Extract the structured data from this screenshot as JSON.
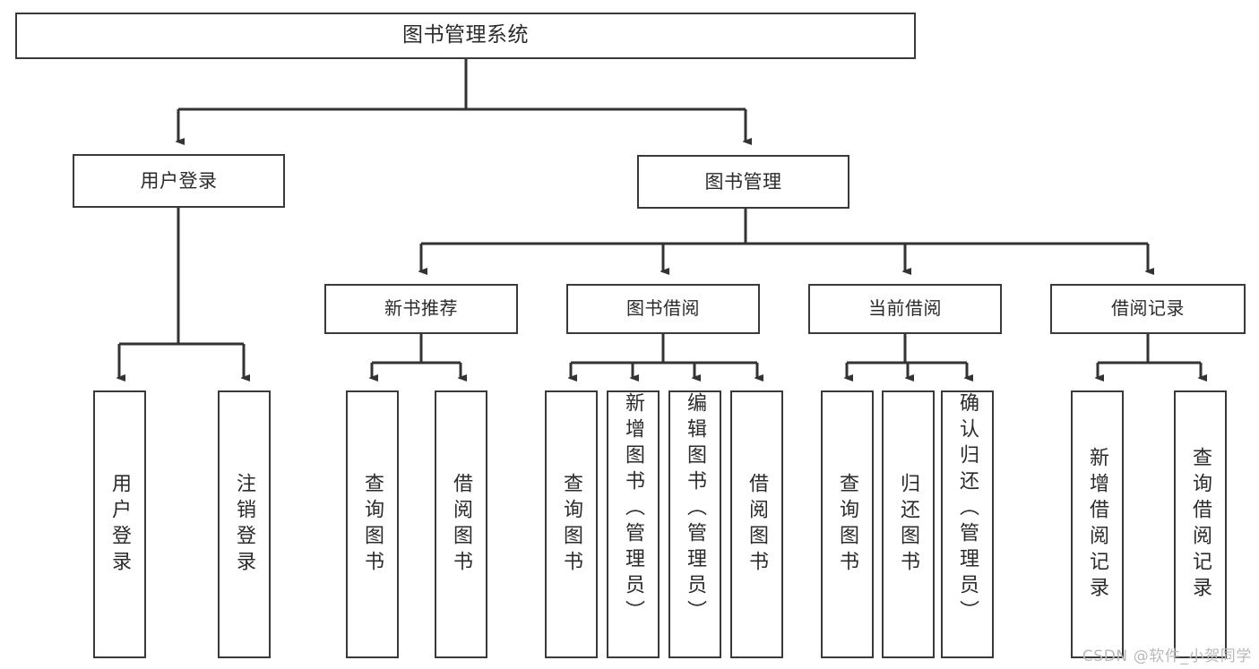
{
  "diagram": {
    "title": "图书管理系统",
    "type": "tree-hierarchy",
    "root": {
      "label": "图书管理系统"
    },
    "level1": [
      {
        "label": "用户登录"
      },
      {
        "label": "图书管理"
      }
    ],
    "level2": [
      {
        "label": "新书推荐"
      },
      {
        "label": "图书借阅"
      },
      {
        "label": "当前借阅"
      },
      {
        "label": "借阅记录"
      }
    ],
    "leaves": {
      "user_login": [
        {
          "label": "用户登录"
        },
        {
          "label": "注销登录"
        }
      ],
      "new_book_recommend": [
        {
          "label": "查询图书"
        },
        {
          "label": "借阅图书"
        }
      ],
      "book_borrow": [
        {
          "label": "查询图书"
        },
        {
          "label": "新增图书（管理员）"
        },
        {
          "label": "编辑图书（管理员）"
        },
        {
          "label": "借阅图书"
        }
      ],
      "current_borrow": [
        {
          "label": "查询图书"
        },
        {
          "label": "归还图书"
        },
        {
          "label": "确认归还（管理员）"
        }
      ],
      "borrow_record": [
        {
          "label": "新增借阅记录"
        },
        {
          "label": "查询借阅记录"
        }
      ]
    }
  },
  "watermark": {
    "text": "CSDN @软件_小贺同学"
  },
  "colors": {
    "background": "#ffffff",
    "box_border": "#3a3a3a",
    "connector": "#333333",
    "text": "#2b2b2b",
    "watermark": "#b9b9b9"
  }
}
